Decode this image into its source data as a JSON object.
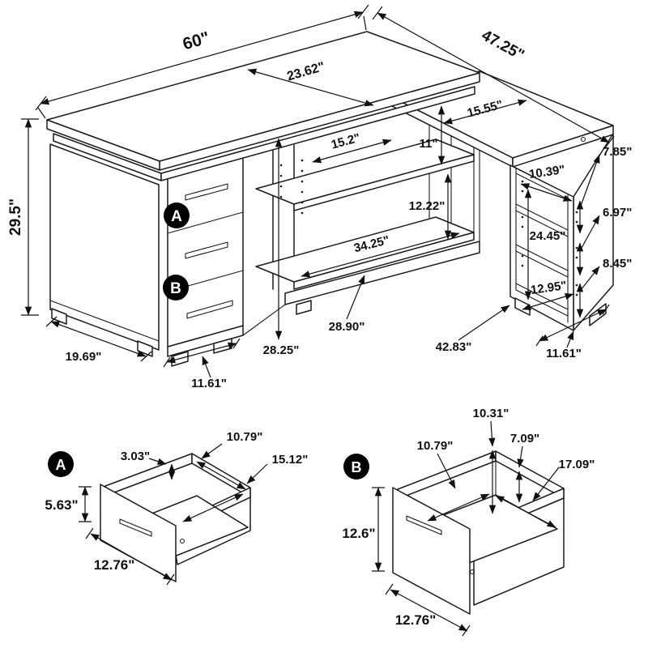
{
  "main": {
    "length": "60\"",
    "return_length": "47.25\"",
    "depth": "23.62\"",
    "height": "29.5\"",
    "return_depth": "15.55\"",
    "upper_shelf_width": "15.2\"",
    "upper_shelf_height": "11\"",
    "lower_shelf_width": "34.25\"",
    "lower_shelf_height": "12.22\"",
    "clearance_height": "28.25\"",
    "base_width": "28.90\"",
    "return_base_length": "42.83\"",
    "pedestal_depth": "19.69\"",
    "pedestal_width": "11.61\"",
    "marker_a": "A",
    "marker_b": "B",
    "bookcase": {
      "top_opening": "7.85\"",
      "middle_opening": "6.97\"",
      "bottom_opening": "8.45\"",
      "interior_height": "24.45\"",
      "top_shelf_width": "10.39\"",
      "bottom_shelf_width": "12.95\"",
      "depth": "11.61\""
    }
  },
  "drawer_a": {
    "marker": "A",
    "front_height": "5.63\"",
    "front_width": "12.76\"",
    "rail_height": "3.03\"",
    "back_width": "10.79\"",
    "side_length": "15.12\""
  },
  "drawer_b": {
    "marker": "B",
    "front_height": "12.6\"",
    "front_width": "12.76\"",
    "back_panel_height": "10.31\"",
    "support_height": "7.09\"",
    "back_width": "10.79\"",
    "side_length": "17.09\""
  },
  "colors": {
    "line": "#1b1b1b",
    "background": "#ffffff",
    "marker_bg": "#000000",
    "marker_fg": "#ffffff"
  }
}
